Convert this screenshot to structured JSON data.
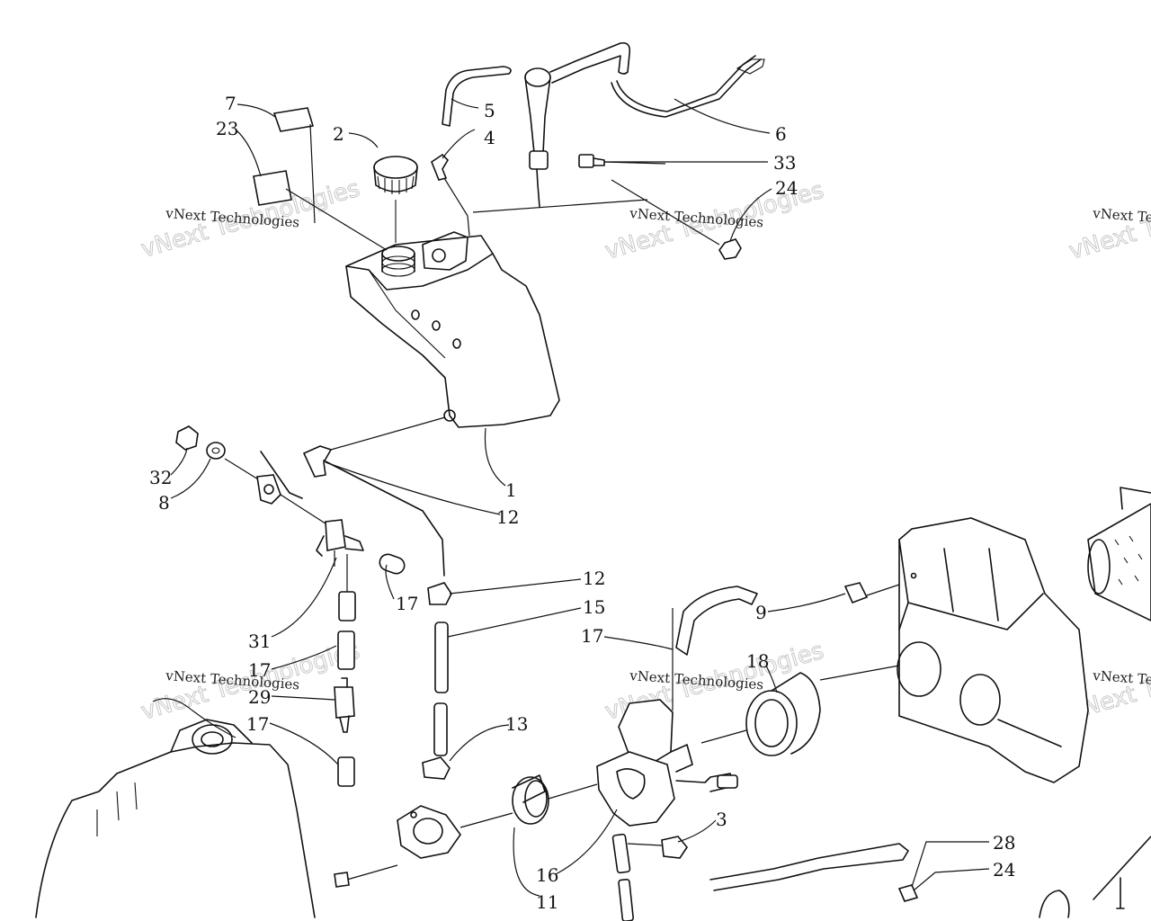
{
  "watermark": {
    "text": "vNext Technologies",
    "ghost_text": "vNext Technologies"
  },
  "callouts": [
    {
      "id": "c1",
      "label": "1"
    },
    {
      "id": "c2",
      "label": "2"
    },
    {
      "id": "c3",
      "label": "3"
    },
    {
      "id": "c4",
      "label": "4"
    },
    {
      "id": "c5",
      "label": "5"
    },
    {
      "id": "c6",
      "label": "6"
    },
    {
      "id": "c7",
      "label": "7"
    },
    {
      "id": "c8",
      "label": "8"
    },
    {
      "id": "c9",
      "label": "9"
    },
    {
      "id": "c11",
      "label": "11"
    },
    {
      "id": "c12a",
      "label": "12"
    },
    {
      "id": "c12b",
      "label": "12"
    },
    {
      "id": "c13",
      "label": "13"
    },
    {
      "id": "c15",
      "label": "15"
    },
    {
      "id": "c16",
      "label": "16"
    },
    {
      "id": "c17a",
      "label": "17"
    },
    {
      "id": "c17b",
      "label": "17"
    },
    {
      "id": "c17c",
      "label": "17"
    },
    {
      "id": "c17d",
      "label": "17"
    },
    {
      "id": "c18",
      "label": "18"
    },
    {
      "id": "c23",
      "label": "23"
    },
    {
      "id": "c24a",
      "label": "24"
    },
    {
      "id": "c24b",
      "label": "24"
    },
    {
      "id": "c28",
      "label": "28"
    },
    {
      "id": "c29",
      "label": "29"
    },
    {
      "id": "c31",
      "label": "31"
    },
    {
      "id": "c32",
      "label": "32"
    },
    {
      "id": "c33",
      "label": "33"
    }
  ],
  "colors": {
    "ink": "#111111",
    "paper": "#ffffff",
    "watermark_ghost": "#c8c8c8"
  }
}
